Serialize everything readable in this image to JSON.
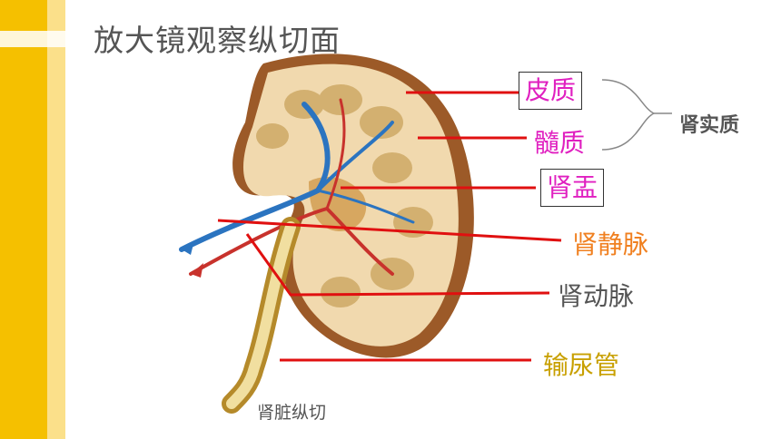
{
  "slide": {
    "title": "放大镜观察纵切面",
    "caption": "肾脏纵切",
    "group_label": "肾实质"
  },
  "labels": {
    "cortex": "皮质",
    "medulla": "髓质",
    "pelvis": "肾盂",
    "vein": "肾静脉",
    "artery": "肾动脉",
    "ureter": "输尿管"
  },
  "colors": {
    "sidebar": "#f5c000",
    "leader_line": "#e01010",
    "magenta": "#e020c0",
    "orange": "#f08020",
    "gray": "#555555",
    "gold": "#c8a000"
  }
}
